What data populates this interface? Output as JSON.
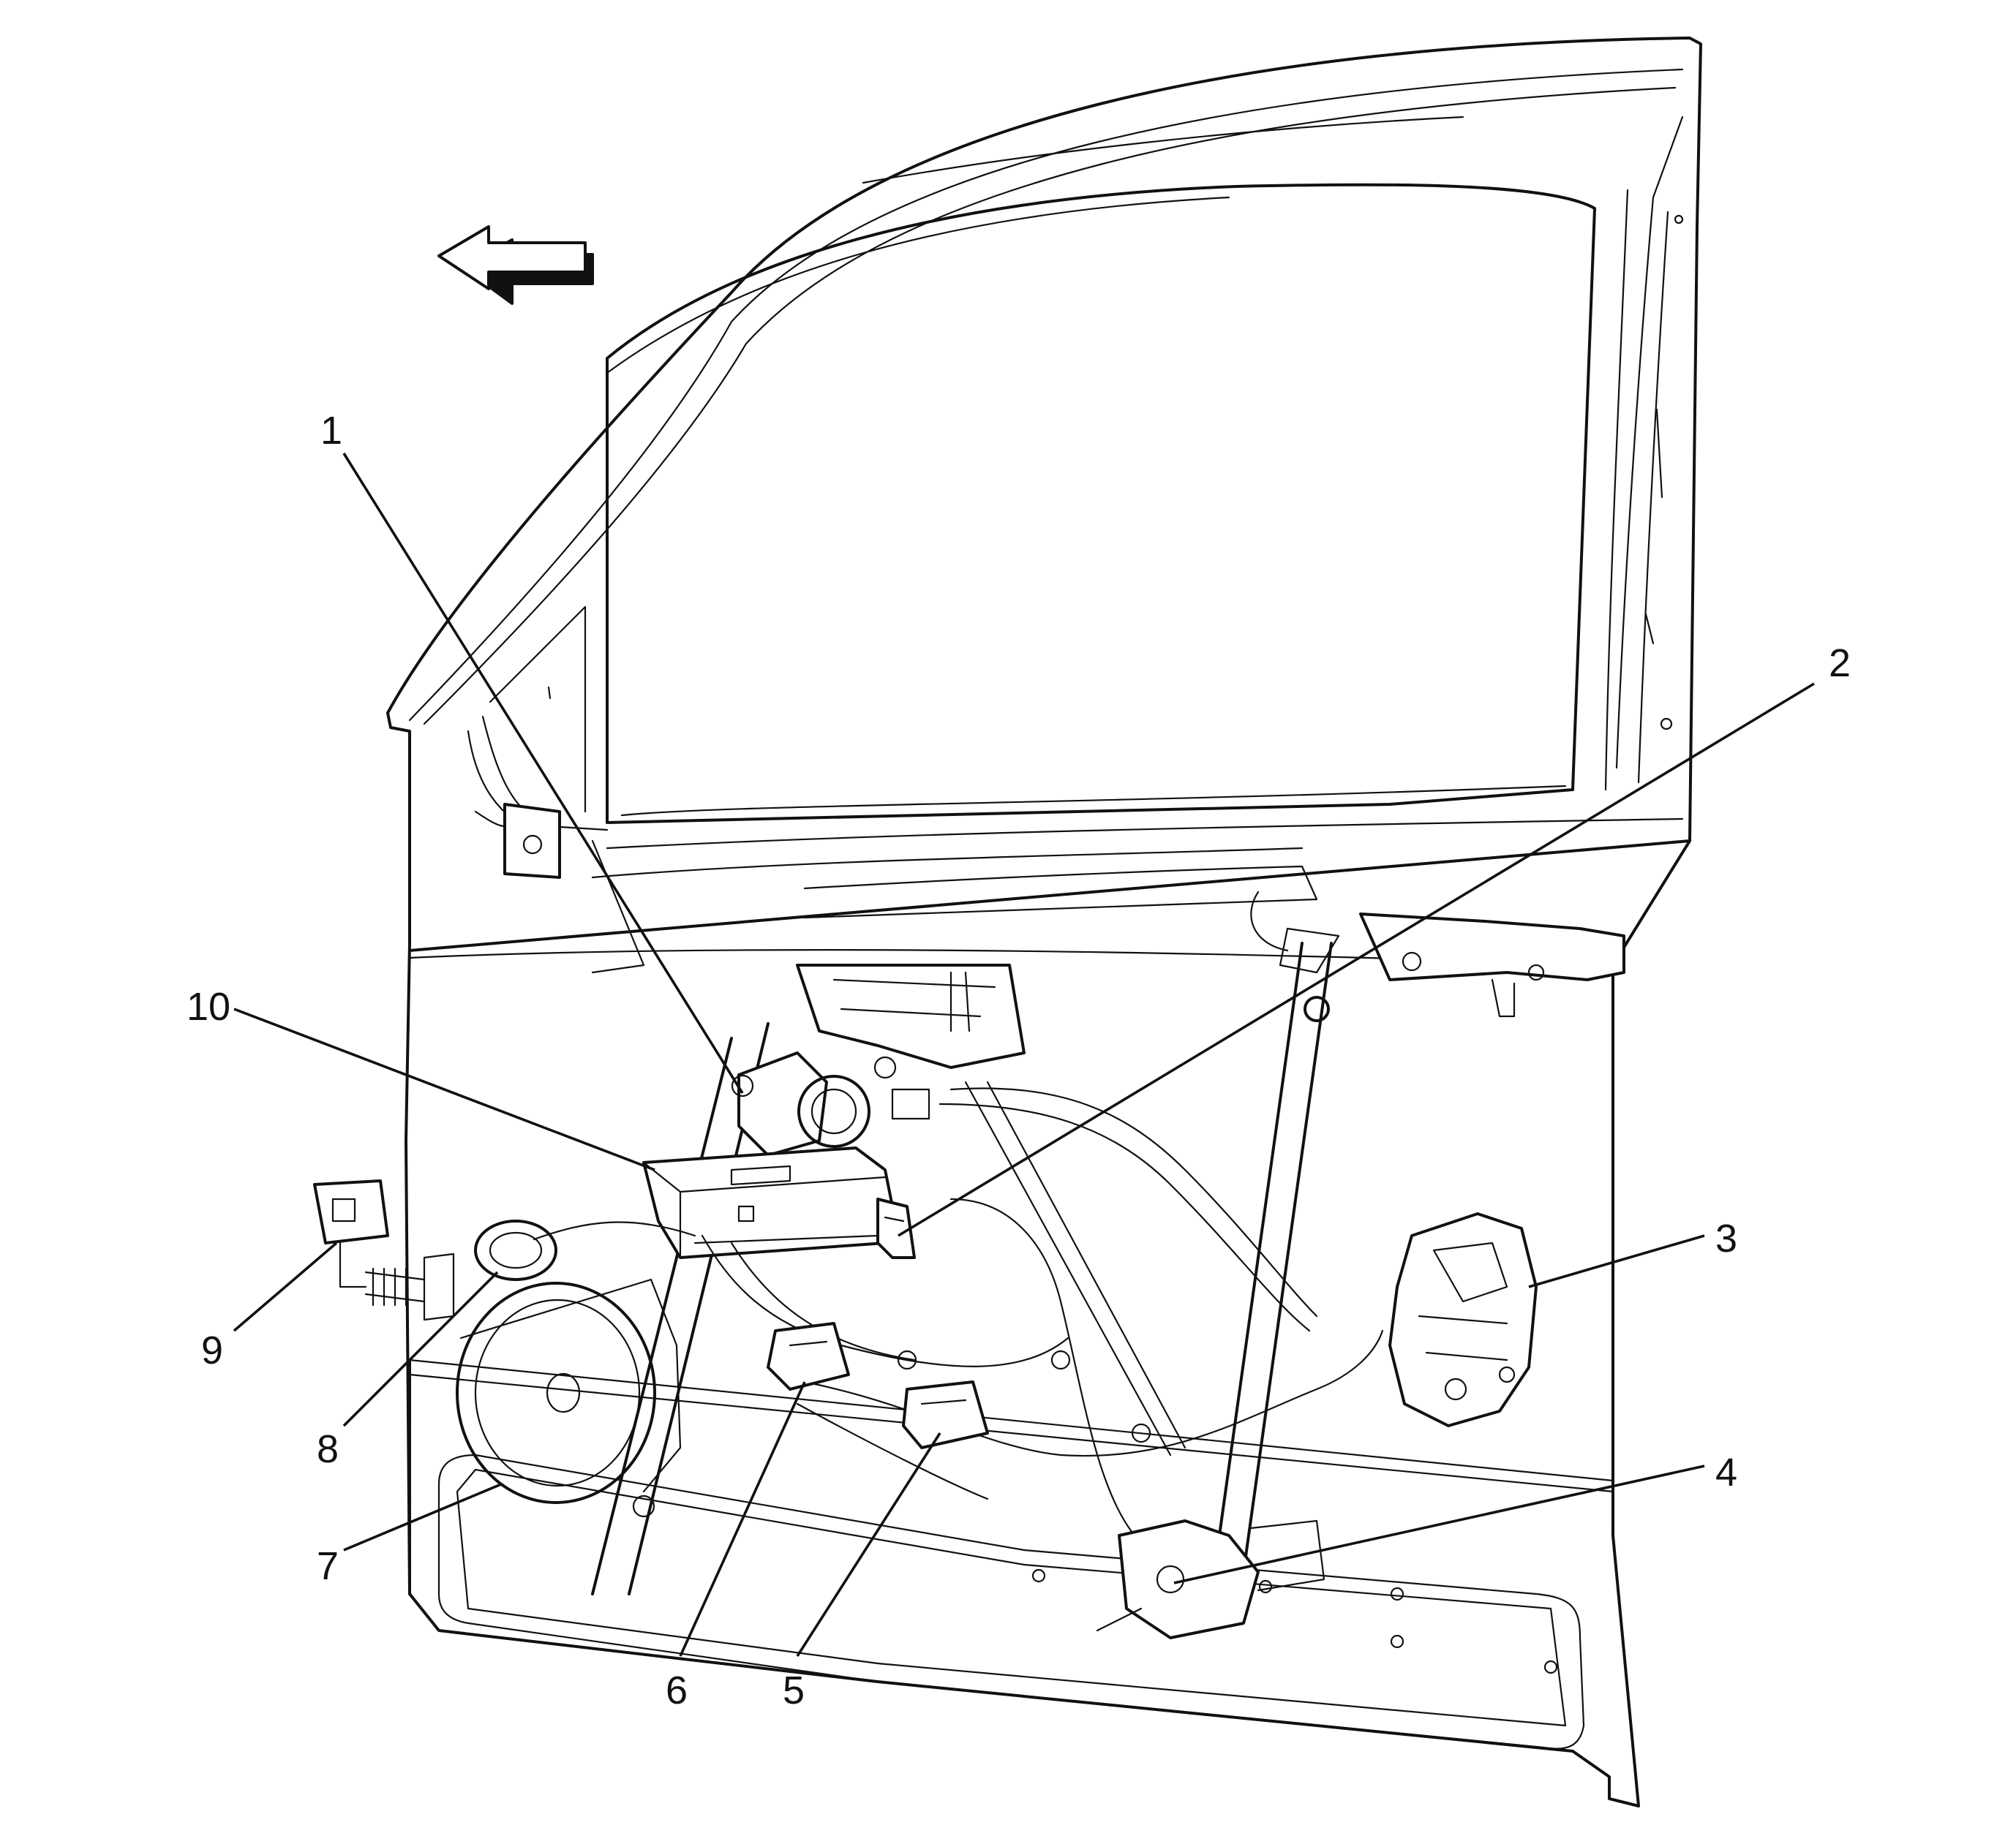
{
  "diagram": {
    "direction_indicator": "arrow-left-icon",
    "callouts": [
      {
        "id": "1",
        "label": "1"
      },
      {
        "id": "2",
        "label": "2"
      },
      {
        "id": "3",
        "label": "3"
      },
      {
        "id": "4",
        "label": "4"
      },
      {
        "id": "5",
        "label": "5"
      },
      {
        "id": "6",
        "label": "6"
      },
      {
        "id": "7",
        "label": "7"
      },
      {
        "id": "8",
        "label": "8"
      },
      {
        "id": "9",
        "label": "9"
      },
      {
        "id": "10",
        "label": "10"
      }
    ]
  }
}
